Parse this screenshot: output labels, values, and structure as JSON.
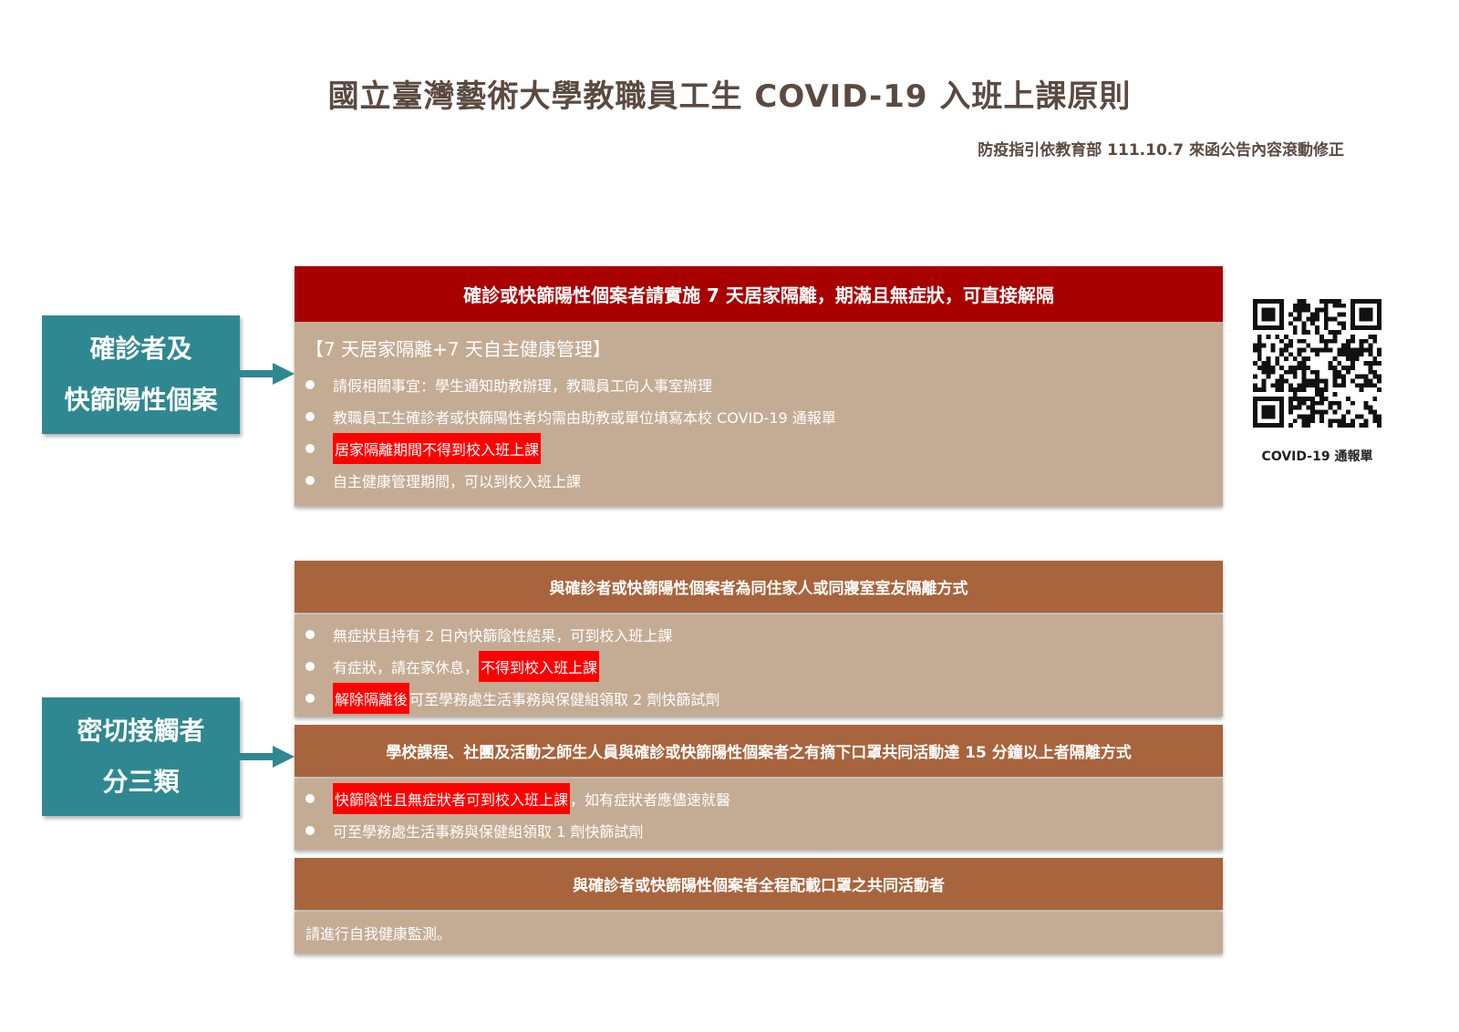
{
  "title": "國立臺灣藝術大學教職員工生 COVID-19 入班上課原則",
  "subtitle": "防疫指引依教育部 111.10.7 來函公告內容滾動修正",
  "group1": {
    "label_line1": "確診者及",
    "label_line2": "快篩陽性個案"
  },
  "group2": {
    "label_line1": "密切接觸者",
    "label_line2": "分三類"
  },
  "s1": {
    "header": "確診或快篩陽性個案者請實施 7 天居家隔離，期滿且無症狀，可直接解隔",
    "subhead": "【7 天居家隔離+7 天自主健康管理】",
    "items": [
      "請假相關事宜：學生通知助教辦理，教職員工向人事室辦理",
      "教職員工生確診者或快篩陽性者均需由助教或單位填寫本校 COVID-19 通報單",
      "居家隔離期間不得到校入班上課",
      "自主健康管理期間，可以到校入班上課"
    ]
  },
  "s2": {
    "header": "與確診者或快篩陽性個案者為同住家人或同寢室室友隔離方式",
    "item1": "無症狀且持有 2 日內快篩陰性結果，可到校入班上課",
    "item2a": "有症狀，請在家休息，",
    "item2b": "不得到校入班上課",
    "item3a": "解除隔離後",
    "item3b": "可至學務處生活事務與保健組領取 2 劑快篩試劑"
  },
  "s3": {
    "header": "學校課程、社團及活動之師生人員與確診或快篩陽性個案者之有摘下口罩共同活動達 15 分鐘以上者隔離方式",
    "item1a": "快篩陰性且無症狀者可到校入班上課",
    "item1b": "，如有症狀者應儘速就醫",
    "item2": "可至學務處生活事務與保健組領取 1 劑快篩試劑"
  },
  "s4": {
    "header": "與確診者或快篩陽性個案者全程配載口罩之共同活動者",
    "body": "請進行自我健康監測。"
  },
  "qr": {
    "label": "COVID-19 通報單"
  }
}
